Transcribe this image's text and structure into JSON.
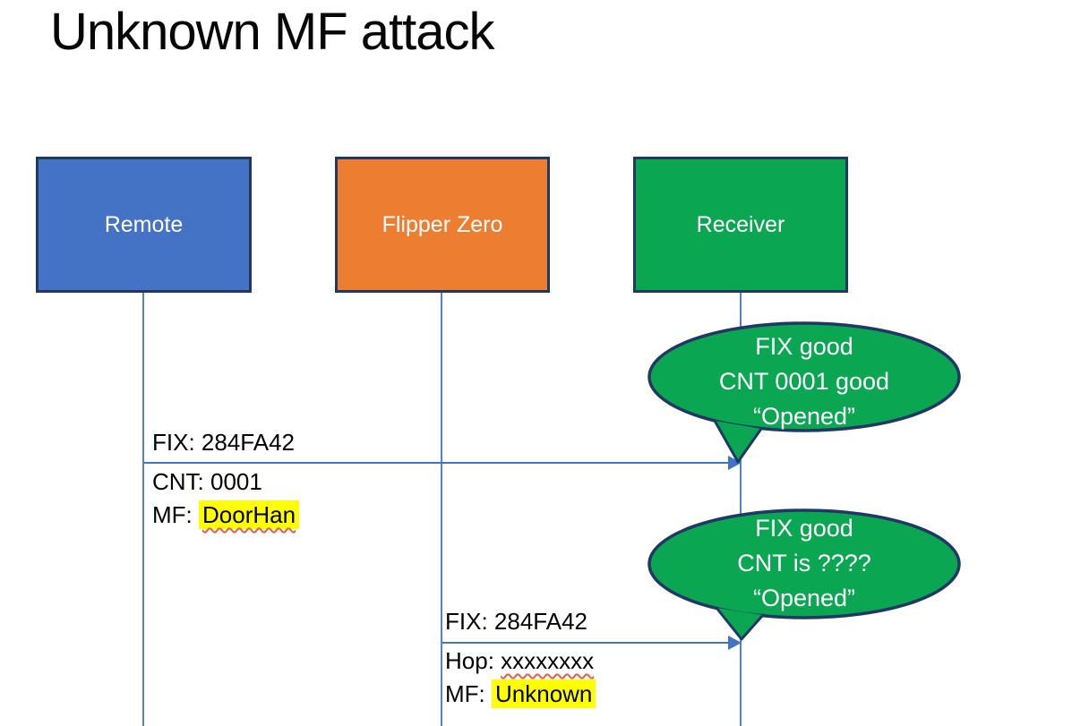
{
  "title": "Unknown MF attack",
  "actors": {
    "remote": {
      "label": "Remote",
      "color": "#4472c4"
    },
    "flipper": {
      "label": "Flipper Zero",
      "color": "#ed7d31"
    },
    "receiver": {
      "label": "Receiver",
      "color": "#0aa652"
    }
  },
  "messages": {
    "remote_to_receiver": {
      "fix": "FIX: 284FA42",
      "cnt": "CNT: 0001",
      "mf_prefix": "MF:",
      "mf_value": "DoorHan"
    },
    "flipper_to_receiver": {
      "fix": "FIX: 284FA42",
      "hop_prefix": "Hop:",
      "hop_value": "xxxxxxxx",
      "mf_prefix": "MF:",
      "mf_value": "Unknown"
    }
  },
  "bubbles": {
    "first": {
      "line1": "FIX good",
      "line2": "CNT 0001 good",
      "line3": "“Opened”"
    },
    "second": {
      "line1": "FIX good",
      "line2": "CNT is ????",
      "line3": "“Opened”"
    }
  },
  "colors": {
    "actor_blue": "#4472c4",
    "actor_orange": "#ed7d31",
    "bubble_green": "#0aa652",
    "border_navy": "#1f3864",
    "connector_blue": "#4472c4",
    "highlight_yellow": "#ffff00",
    "squiggle_red": "#e0604e",
    "label_black": "#000000",
    "bubble_text_white": "#ffffff",
    "background": "#ffffff"
  }
}
